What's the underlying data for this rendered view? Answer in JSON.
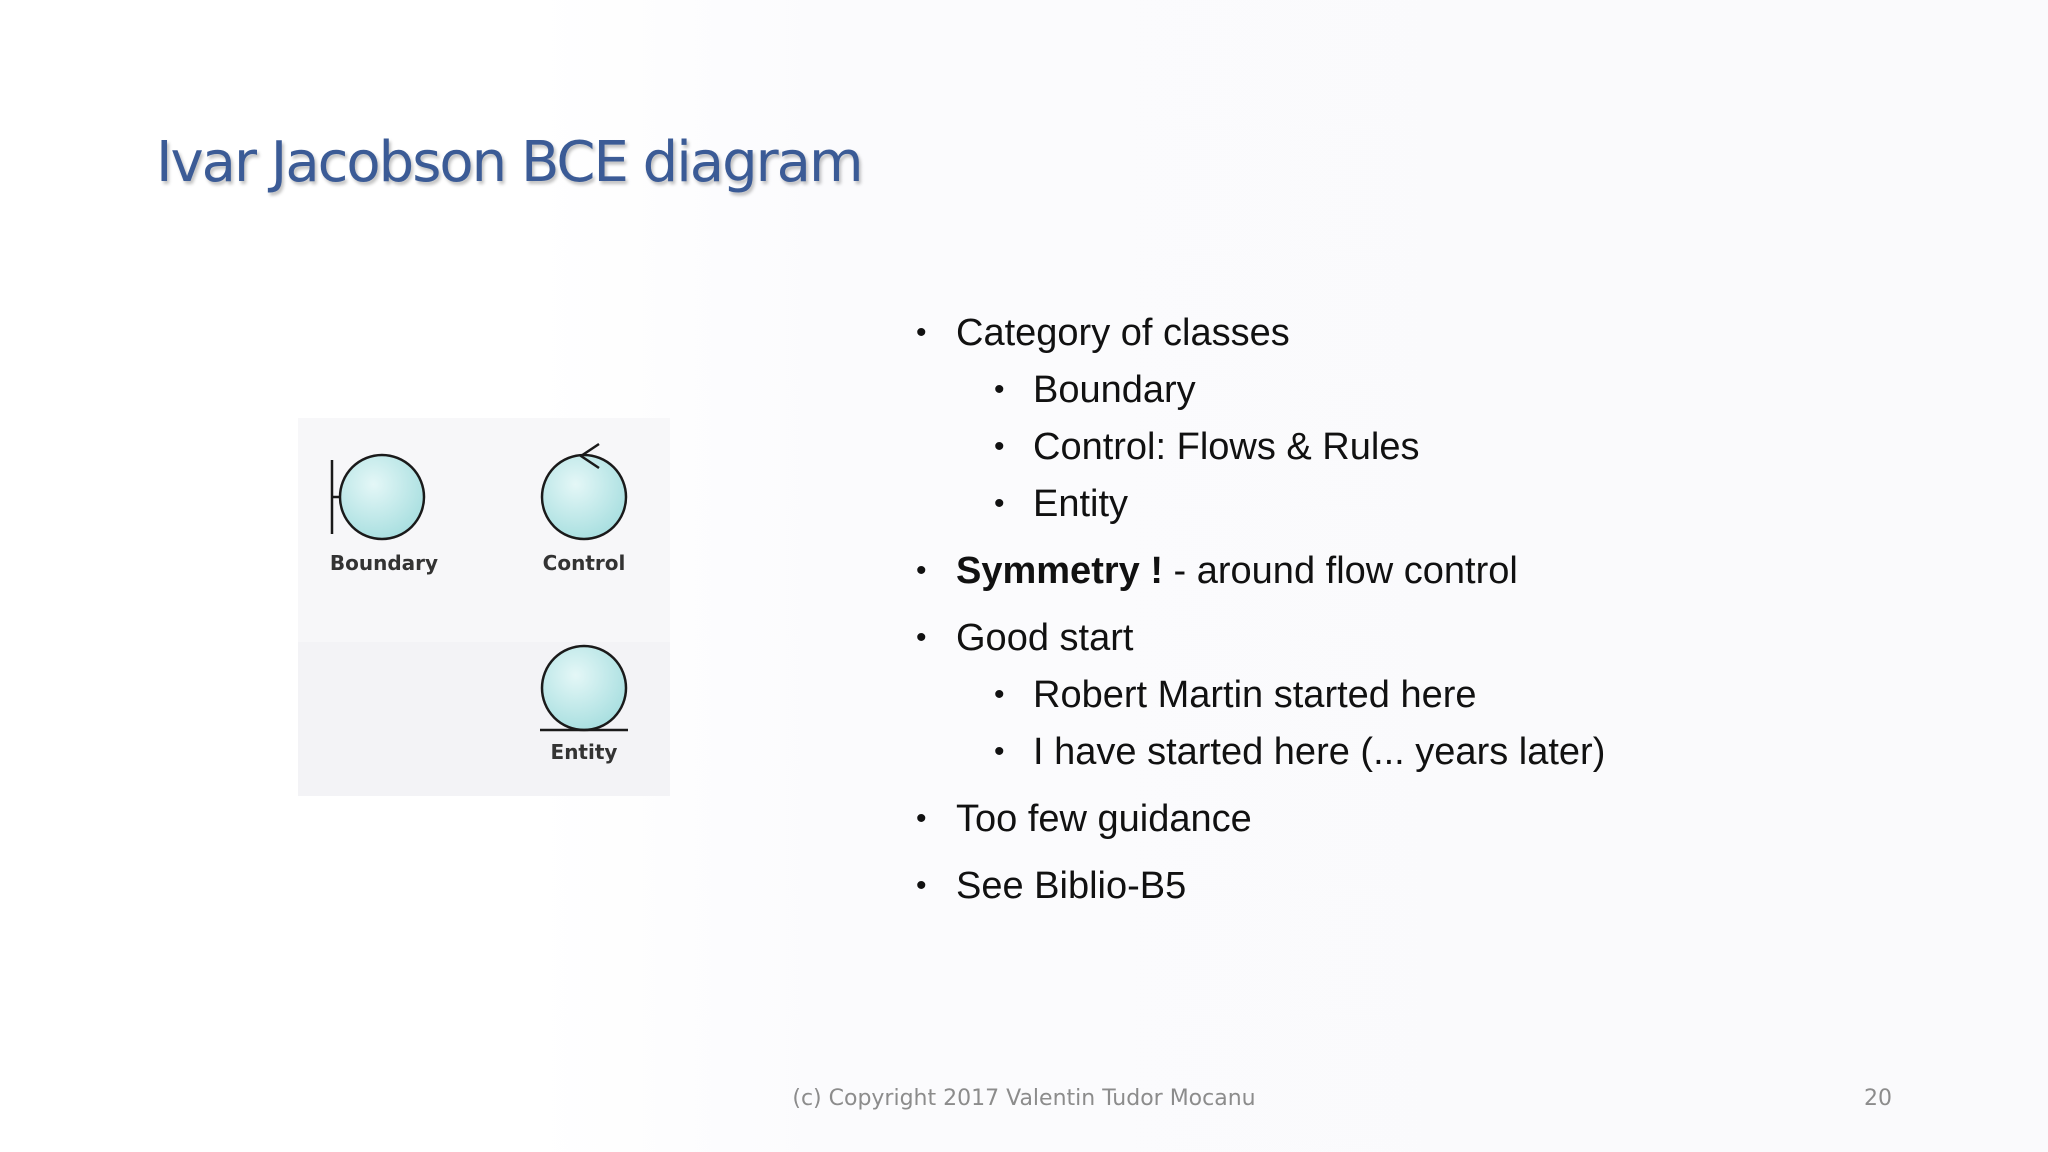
{
  "slide": {
    "title": "Ivar Jacobson BCE diagram",
    "footer": "(c) Copyright 2017 Valentin Tudor Mocanu",
    "page_number": "20"
  },
  "diagram": {
    "boundary_label": "Boundary",
    "control_label": "Control",
    "entity_label": "Entity",
    "fill_color": "#aee3e3",
    "stroke_color": "#1a1a1a"
  },
  "bullets": {
    "item1": "Category of classes",
    "item1_sub1": "Boundary",
    "item1_sub2": "Control: Flows & Rules",
    "item1_sub3": "Entity",
    "item2_bold": "Symmetry !",
    "item2_rest": " - around flow control",
    "item3": "Good start",
    "item3_sub1": "Robert Martin started here",
    "item3_sub2": "I have started here (... years later)",
    "item4": "Too few guidance",
    "item5": "See Biblio-B5",
    "bullet_char": "•"
  }
}
